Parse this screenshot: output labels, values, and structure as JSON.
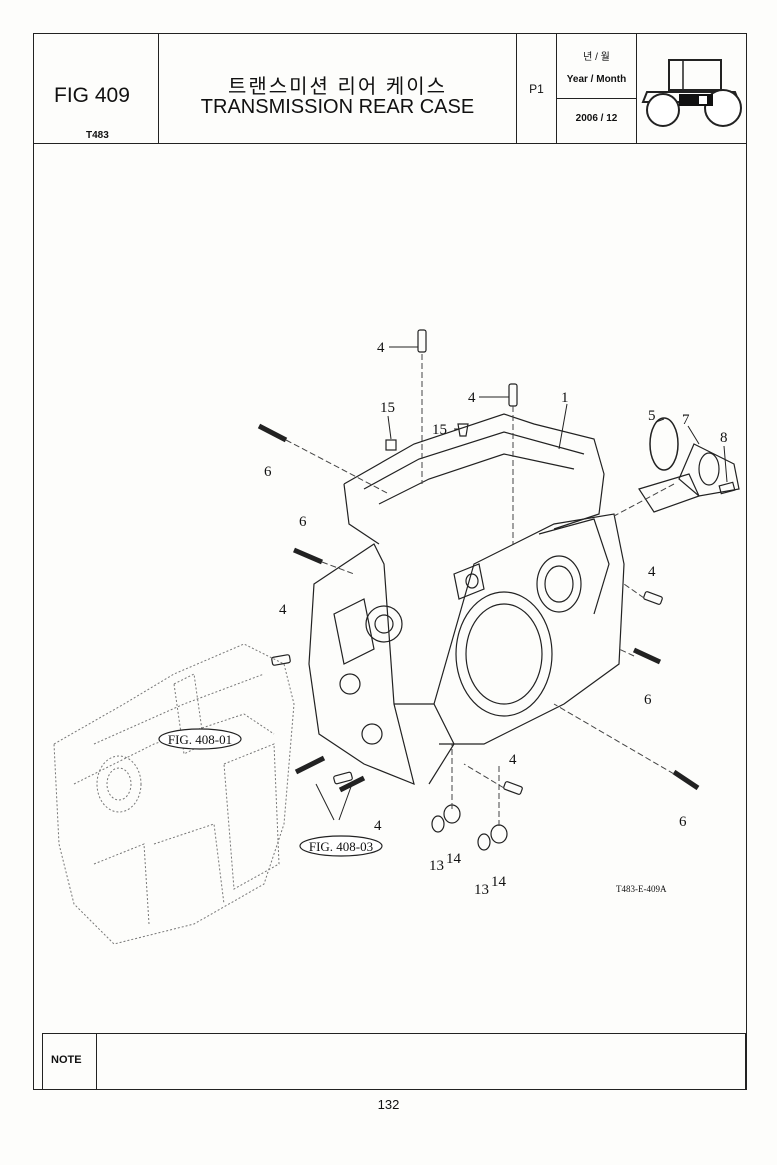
{
  "header": {
    "fig_number": "FIG 409",
    "model": "T483",
    "title_ko": "트랜스미션 리어 케이스",
    "title_en": "TRANSMISSION REAR CASE",
    "page_code": "P1",
    "date_label_ko": "년 / 월",
    "date_label_en": "Year / Month",
    "date_value": "2006 / 12"
  },
  "diagram": {
    "drawing_code": "T483-E-409A",
    "part_labels": [
      "1",
      "4",
      "4",
      "4",
      "4",
      "4",
      "4",
      "5",
      "6",
      "6",
      "6",
      "6",
      "7",
      "8",
      "13",
      "13",
      "14",
      "14",
      "15",
      "15"
    ],
    "references": [
      "FIG. 408-01",
      "FIG. 408-03"
    ]
  },
  "footer": {
    "note_label": "NOTE",
    "page_number": "132"
  }
}
